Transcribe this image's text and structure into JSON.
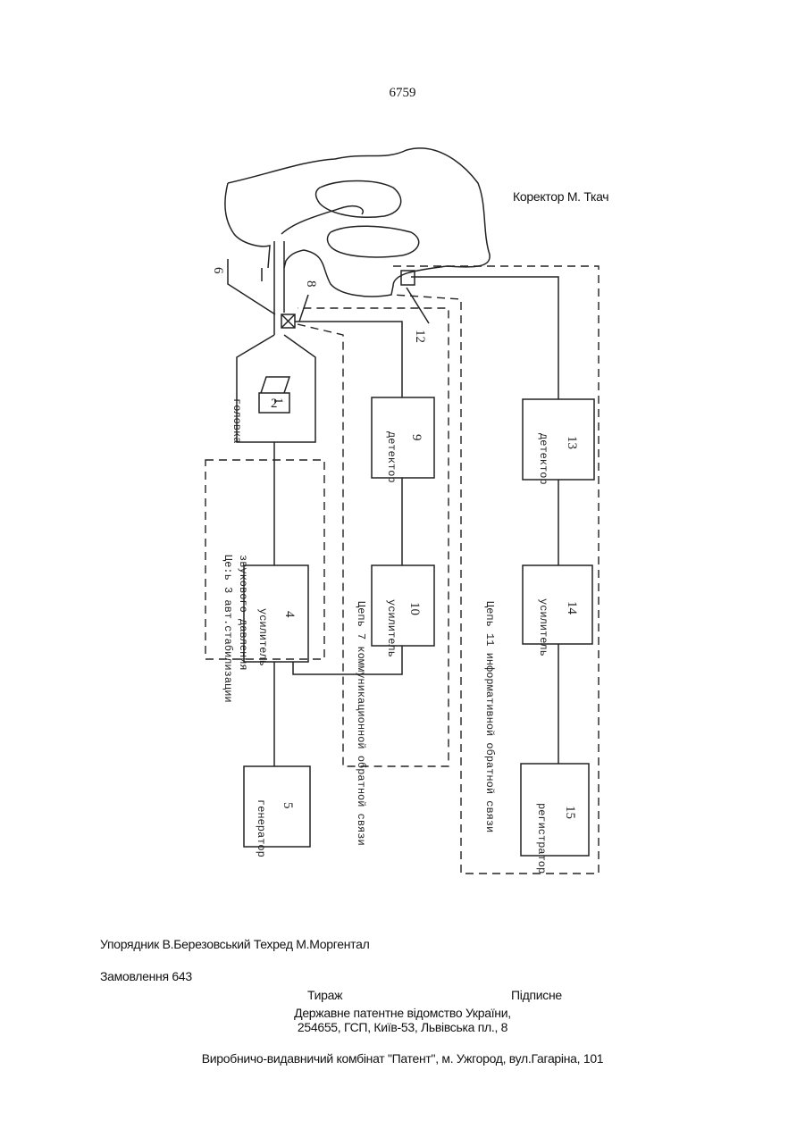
{
  "page_number": "6759",
  "corrector": "Коректор М. Ткач",
  "figure": {
    "blocks": [
      {
        "id": "head",
        "label": "головка",
        "number": "1"
      },
      {
        "id": "speaker",
        "label": "",
        "number": "2"
      },
      {
        "id": "amp4",
        "label": "усилитель",
        "number": "4"
      },
      {
        "id": "gen5",
        "label": "генератор",
        "number": "5"
      },
      {
        "id": "det9",
        "label": "детектор",
        "number": "9"
      },
      {
        "id": "amp10",
        "label": "усилитель",
        "number": "10"
      },
      {
        "id": "det13",
        "label": "детектор",
        "number": "13"
      },
      {
        "id": "amp14",
        "label": "усилитель",
        "number": "14"
      },
      {
        "id": "reg15",
        "label": "регистратор",
        "number": "15"
      }
    ],
    "loop3_label_1": "Це:ь 3 авт.стабилизации",
    "loop3_label_2": "звукового давления",
    "loop7_label": "Цепь 7 коммуникационной обратной связи",
    "loop11_label": "Цепь 11 информативной обратной связи",
    "ref_6": "6",
    "ref_8": "8",
    "ref_12": "12"
  },
  "footer": {
    "compiler": "Упорядник   В.Березовський   Техред М.Моргентал",
    "order": "Замовлення 643",
    "circulation": "Тираж",
    "subscription": "Підписне",
    "office_1": "Державне патентне відомство України,",
    "office_2": "254655, ГСП, Київ-53, Львівська пл., 8",
    "publisher": "Виробничо-видавничий комбінат    \"Патент\", м. Ужгород, вул.Гагаріна, 101"
  }
}
